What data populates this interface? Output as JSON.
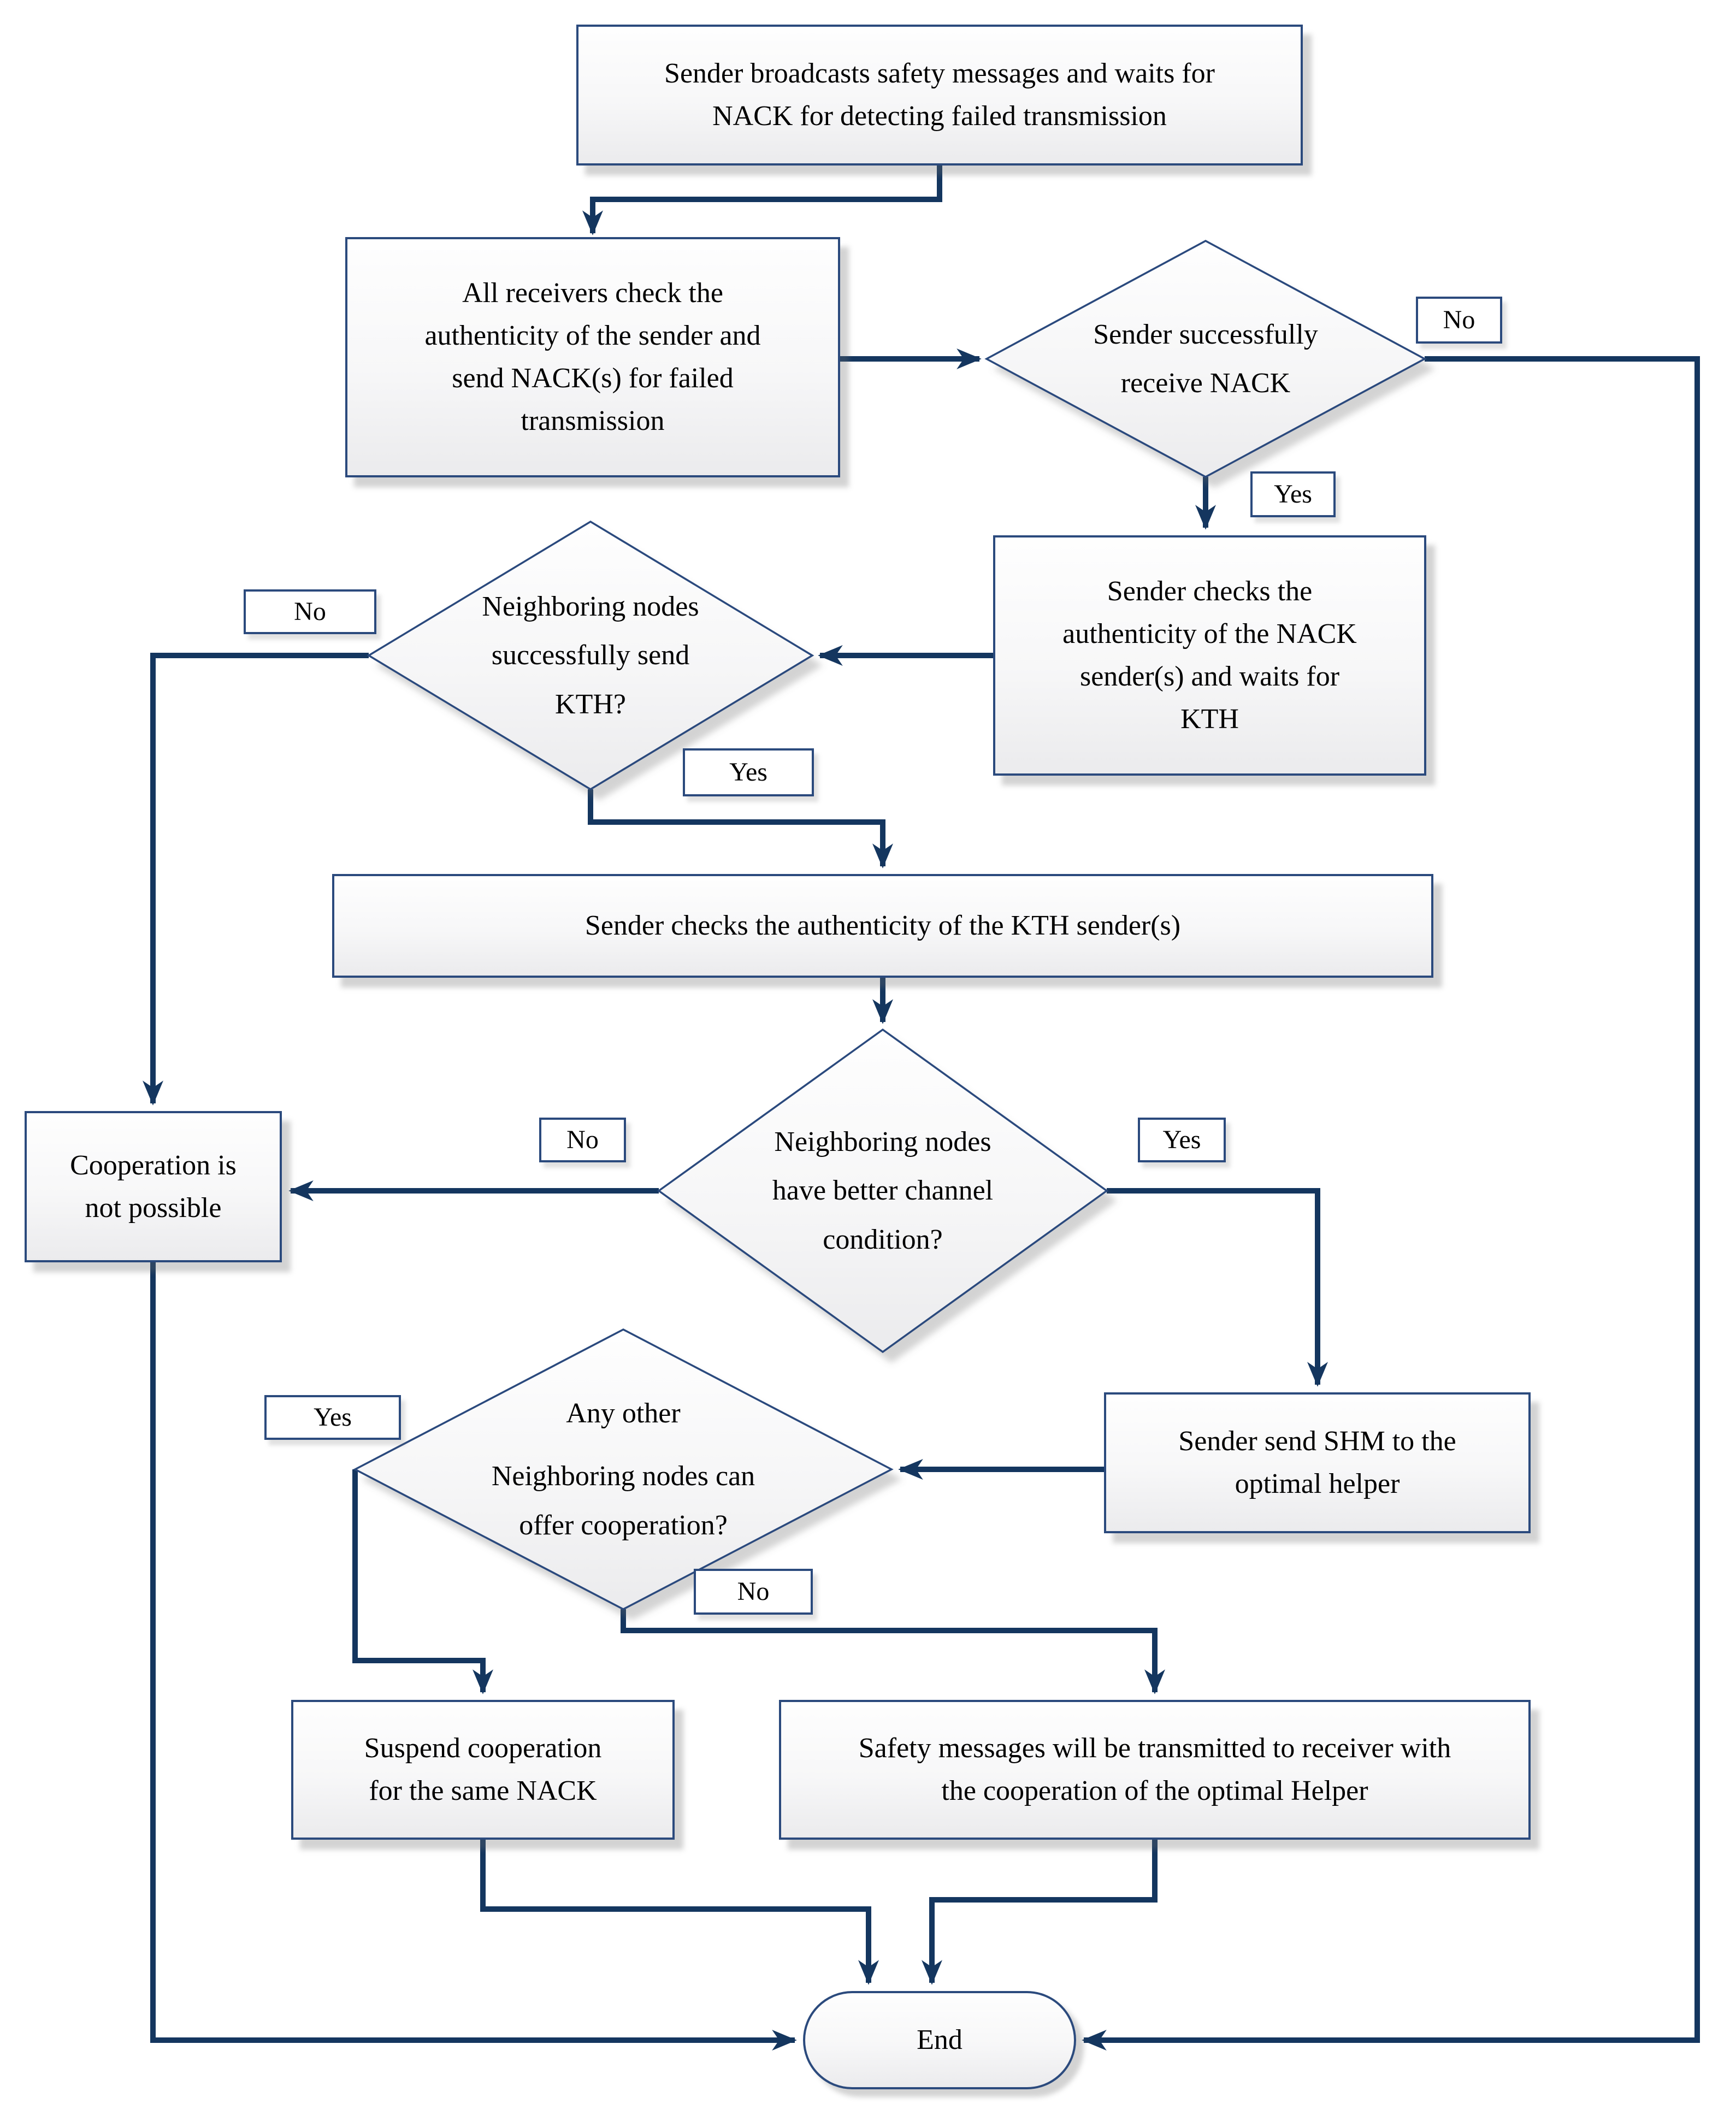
{
  "diagram": {
    "type": "flowchart",
    "colors": {
      "connector_line": "#14365F",
      "shape_border": "#2B4A7D",
      "shape_fill_top": "#FEFEFE",
      "shape_fill_bottom": "#EBEBED",
      "label_background": "#FFFFFF",
      "text": "#000000"
    },
    "nodes": {
      "start": {
        "text": "Sender broadcasts safety messages and waits for NACK for detecting failed transmission"
      },
      "receivers_check": {
        "text": "All receivers check the authenticity of the sender and send NACK(s) for failed transmission"
      },
      "decision_receive_nack": {
        "text": "Sender successfully receive NACK",
        "yes": "Yes",
        "no": "No"
      },
      "check_nack_sender": {
        "text": "Sender checks the authenticity of the NACK sender(s) and waits for KTH"
      },
      "decision_send_kth": {
        "text": "Neighboring nodes successfully send KTH?",
        "yes": "Yes",
        "no": "No"
      },
      "check_kth_sender": {
        "text": "Sender checks the authenticity of the KTH sender(s)"
      },
      "decision_better_channel": {
        "text": "Neighboring nodes have better channel condition?",
        "yes": "Yes",
        "no": "No"
      },
      "cooperation_not_possible": {
        "text": "Cooperation is not possible"
      },
      "send_shm": {
        "text": "Sender send SHM to the optimal helper"
      },
      "decision_other_nodes": {
        "line1": "Any other",
        "line2": "Neighboring nodes can offer cooperation?",
        "yes": "Yes",
        "no": "No"
      },
      "suspend_cooperation": {
        "text": "Suspend cooperation for the same NACK"
      },
      "safety_transmitted": {
        "text": "Safety messages will be transmitted to receiver with the cooperation of the optimal Helper"
      },
      "end": {
        "text": "End"
      }
    }
  }
}
